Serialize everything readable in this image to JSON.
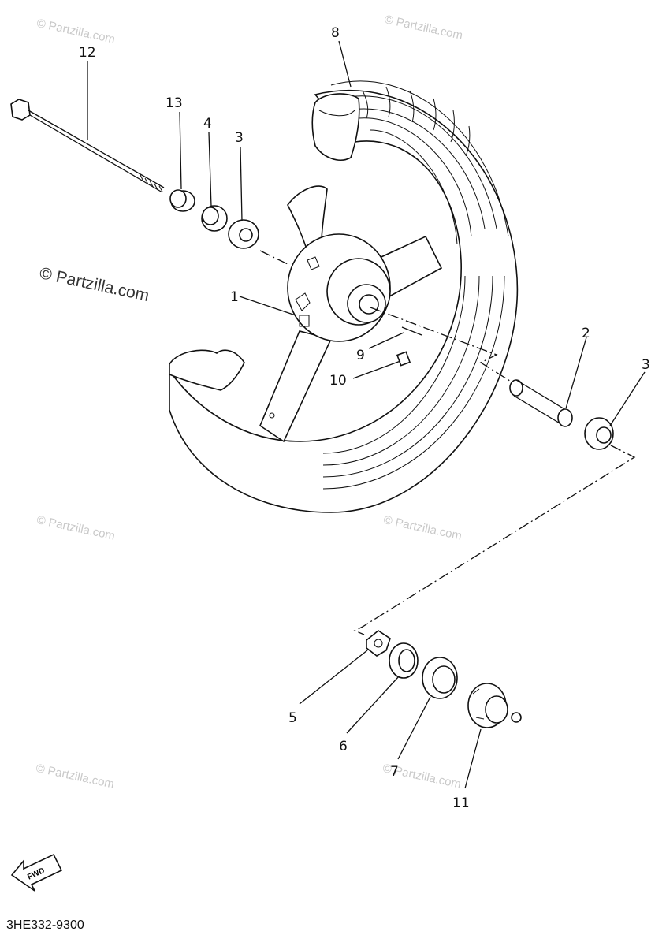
{
  "diagram": {
    "callouts": [
      "12",
      "13",
      "4",
      "3",
      "8",
      "1",
      "9",
      "10",
      "2",
      "3",
      "5",
      "6",
      "7",
      "11"
    ],
    "watermark": "© Partzilla.com",
    "fwd_label": "FWD",
    "part_code": "3HE332-9300"
  }
}
